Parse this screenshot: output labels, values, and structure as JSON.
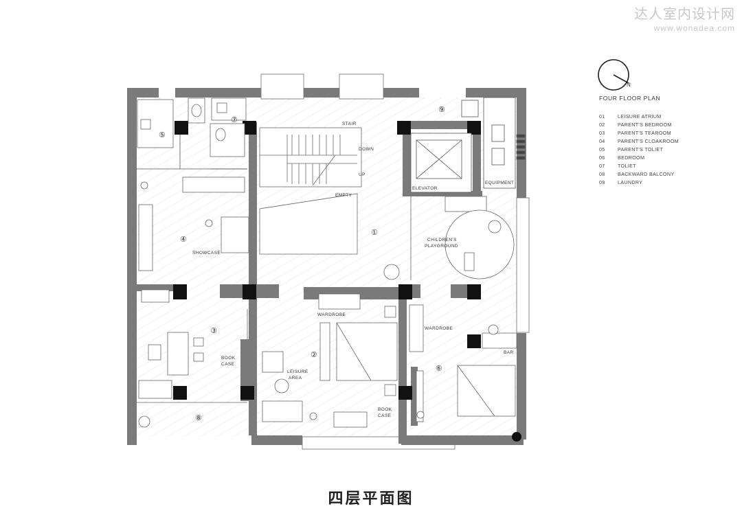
{
  "watermark": {
    "title": "达人室内设计网",
    "url": "www.wonadea.com"
  },
  "compass": {
    "north_label": "N"
  },
  "plan_title": "FOUR FLOOR PLAN",
  "legend": [
    {
      "num": "01",
      "label": "LEISURE ATRIUM"
    },
    {
      "num": "02",
      "label": "PARENT'S BEDROOM"
    },
    {
      "num": "03",
      "label": "PARENT'S TEAROOM"
    },
    {
      "num": "04",
      "label": "PARENT'S CLOAKROOM"
    },
    {
      "num": "05",
      "label": "PARENT'S TOLIET"
    },
    {
      "num": "06",
      "label": "BEDROOM"
    },
    {
      "num": "07",
      "label": "TOLIET"
    },
    {
      "num": "08",
      "label": "BACKWARD BALCONY"
    },
    {
      "num": "09",
      "label": "LAUNDRY"
    }
  ],
  "room_numbers": [
    "①",
    "②",
    "③",
    "④",
    "⑤",
    "⑥",
    "⑦",
    "⑧",
    "⑨"
  ],
  "plan_labels": {
    "stair": "STAIR",
    "down": "DOWN",
    "up": "UP",
    "empty": "EMPTY",
    "elevator": "ELEVATOR",
    "equipment": "EQUIPMENT",
    "children_line1": "CHILDREN'S",
    "children_line2": "PLAYGROUND",
    "showcase": "SHOWCASE",
    "wardrobe_left": "WARDROBE",
    "wardrobe_right": "WARDROBE",
    "bar": "BAR",
    "bookcase_left_1": "BOOK",
    "bookcase_left_2": "CASE",
    "leisure_1": "LEISURE",
    "leisure_2": "AREA",
    "bookcase_right_1": "BOOK",
    "bookcase_right_2": "CASE"
  },
  "caption": "四层平面图",
  "colors": {
    "wall": "#7a7a7a",
    "column": "#111111",
    "line": "#555555",
    "floor": "#d6d6d6"
  }
}
